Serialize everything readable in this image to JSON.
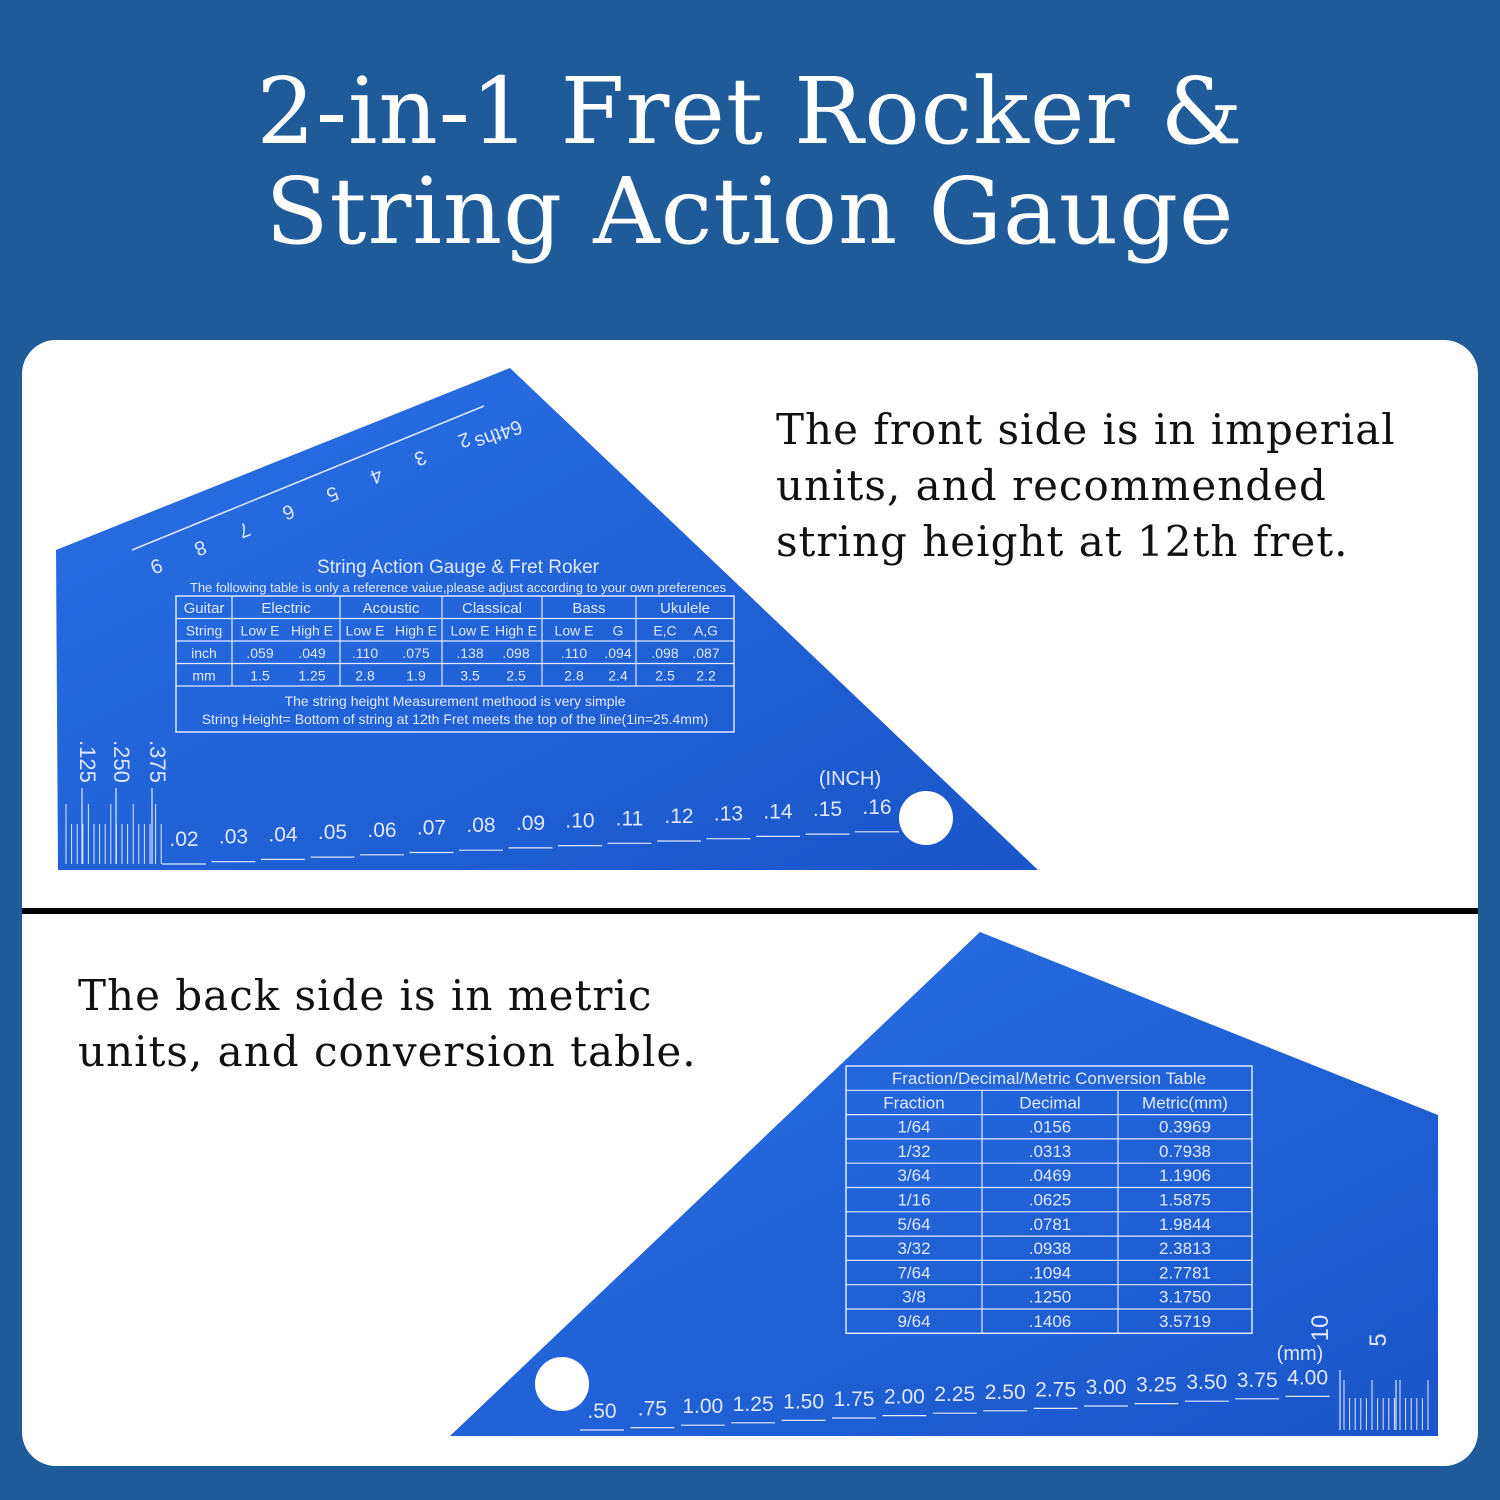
{
  "title": {
    "line1": "2-in-1 Fret Rocker &",
    "line2": "String Action Gauge"
  },
  "front": {
    "description": [
      "The front side is in imperial",
      "units, and recommended",
      "string height at 12th fret."
    ],
    "gauge_title": "String Action Gauge & Fret Roker",
    "gauge_subtitle": "The following table is only a reference vaiue,please adjust according to your own preferences",
    "fraction_label": "64ths",
    "fraction_marks": [
      "2",
      "3",
      "4",
      "5",
      "6",
      "7",
      "8",
      "9"
    ],
    "side_marks": [
      ".125",
      ".250",
      ".375"
    ],
    "unit_label": "(INCH)",
    "scale": [
      ".02",
      ".03",
      ".04",
      ".05",
      ".06",
      ".07",
      ".08",
      ".09",
      ".10",
      ".11",
      ".12",
      ".13",
      ".14",
      ".15",
      ".16"
    ],
    "table": {
      "groups": [
        "Guitar",
        "Electric",
        "Acoustic",
        "Classical",
        "Bass",
        "Ukulele"
      ],
      "rows": [
        [
          "String",
          "Low E",
          "High E",
          "Low E",
          "High E",
          "Low E",
          "High E",
          "Low E",
          "G",
          "E,C",
          "A,G"
        ],
        [
          "inch",
          ".059",
          ".049",
          ".110",
          ".075",
          ".138",
          ".098",
          ".110",
          ".094",
          ".098",
          ".087"
        ],
        [
          "mm",
          "1.5",
          "1.25",
          "2.8",
          "1.9",
          "3.5",
          "2.5",
          "2.8",
          "2.4",
          "2.5",
          "2.2"
        ]
      ],
      "note1": "The string height Measurement methood is very simple",
      "note2": "String Height= Bottom of string at 12th Fret meets the top of the line(1in=25.4mm)"
    }
  },
  "back": {
    "description": [
      "The back side is in metric",
      "units, and conversion table."
    ],
    "table_title": "Fraction/Decimal/Metric Conversion Table",
    "headers": [
      "Fraction",
      "Decimal",
      "Metric(mm)"
    ],
    "rows": [
      [
        "1/64",
        ".0156",
        "0.3969"
      ],
      [
        "1/32",
        ".0313",
        "0.7938"
      ],
      [
        "3/64",
        ".0469",
        "1.1906"
      ],
      [
        "1/16",
        ".0625",
        "1.5875"
      ],
      [
        "5/64",
        ".0781",
        "1.9844"
      ],
      [
        "3/32",
        ".0938",
        "2.3813"
      ],
      [
        "7/64",
        ".1094",
        "2.7781"
      ],
      [
        "3/8",
        ".1250",
        "3.1750"
      ],
      [
        "9/64",
        ".1406",
        "3.5719"
      ]
    ],
    "unit_label": "(mm)",
    "side_marks": [
      "10",
      "5"
    ],
    "scale": [
      ".50",
      ".75",
      "1.00",
      "1.25",
      "1.50",
      "1.75",
      "2.00",
      "2.25",
      "2.50",
      "2.75",
      "3.00",
      "3.25",
      "3.50",
      "3.75",
      "4.00"
    ]
  },
  "colors": {
    "background": "#1f5b98",
    "gauge": "#1f5fd6",
    "engraving": "#dfe9ff"
  }
}
